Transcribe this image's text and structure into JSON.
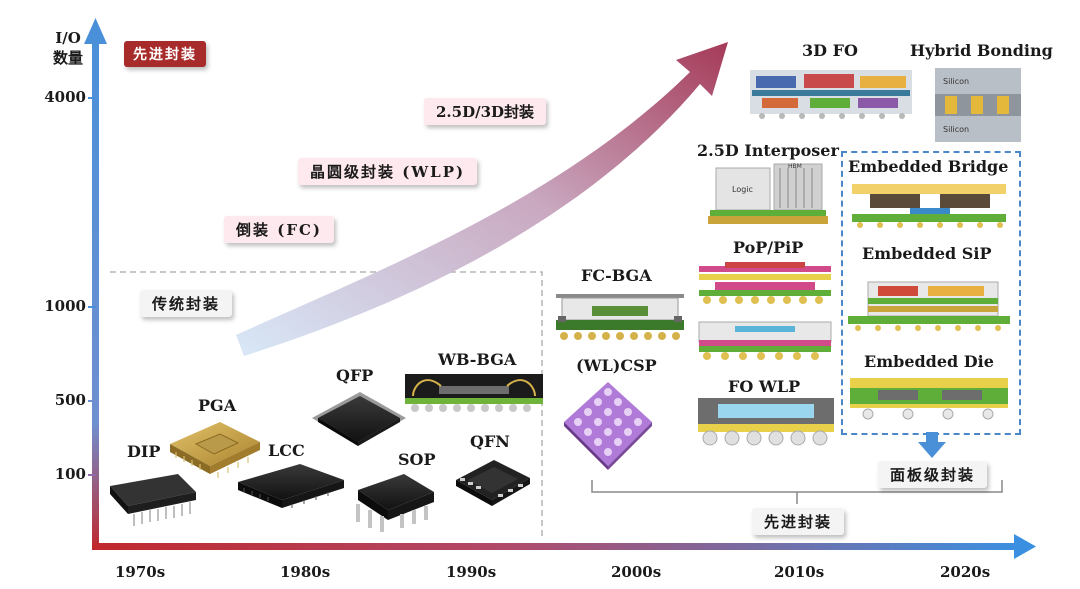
{
  "axis": {
    "y_title_line1": "I/O",
    "y_title_line2": "数量",
    "y_ticks": [
      "4000",
      "1000",
      "500",
      "100"
    ],
    "x_ticks": [
      "1970s",
      "1980s",
      "1990s",
      "2000s",
      "2010s",
      "2020s"
    ]
  },
  "labels": {
    "advanced_top": "先进封装",
    "traditional": "传统封装",
    "flip_chip": "倒装 (FC)",
    "wlp": "晶圆级封装 (WLP)",
    "d25_3d": "2.5D/3D封装",
    "advanced_bottom": "先进封装",
    "panel": "面板级封装"
  },
  "packages": {
    "dip": "DIP",
    "pga": "PGA",
    "lcc": "LCC",
    "qfp": "QFP",
    "sop": "SOP",
    "wb_bga": "WB-BGA",
    "qfn": "QFN",
    "fc_bga": "FC-BGA",
    "wl_csp": "(WL)CSP",
    "interposer": "2.5D Interposer",
    "pop_pip": "PoP/PiP",
    "fo_wlp": "FO WLP",
    "fo_3d": "3D FO",
    "hybrid": "Hybrid Bonding",
    "emb_bridge": "Embedded Bridge",
    "emb_sip": "Embedded SiP",
    "emb_die": "Embedded Die"
  },
  "diagram_text": {
    "logic": "Logic",
    "hbm": "HBM",
    "silicon_top": "Silicon",
    "silicon_bottom": "Silicon"
  },
  "colors": {
    "y_axis": "#4a90d9",
    "x_axis_start": "#c0282d",
    "x_axis_end": "#3b8fe0",
    "arrow_start": "#dbe9f8",
    "arrow_end": "#a83a5a",
    "tag_dark": "#a82b2b",
    "dashed_box": "#4a86c8"
  }
}
